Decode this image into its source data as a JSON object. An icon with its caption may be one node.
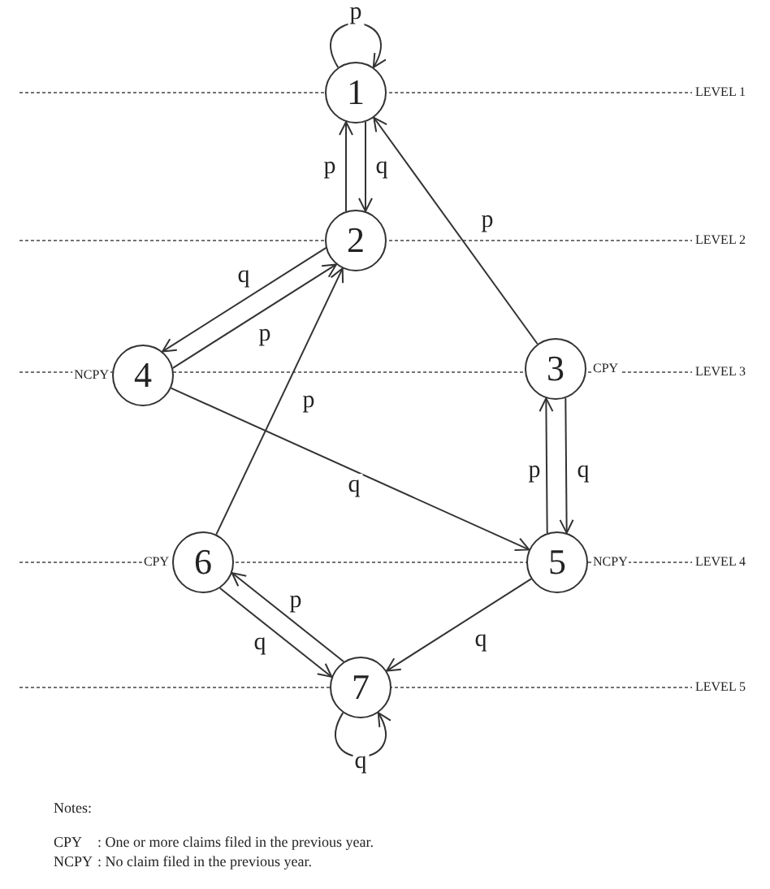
{
  "diagram": {
    "nodes": [
      {
        "text": [
          "1"
        ]
      },
      {
        "text": [
          "2"
        ]
      },
      {
        "text": [
          "3"
        ],
        "beside": [
          "CPY"
        ]
      },
      {
        "text": [
          "4"
        ],
        "beside": [
          "NCPY"
        ]
      },
      {
        "text": [
          "5"
        ],
        "beside": [
          "NCPY"
        ]
      },
      {
        "text": [
          "6"
        ],
        "beside": [
          "CPY"
        ]
      },
      {
        "text": [
          "7"
        ]
      }
    ],
    "edges": [
      {
        "from": 0,
        "to": 0,
        "arrow": "to",
        "label": "p"
      },
      {
        "from": 1,
        "to": 0,
        "arrow": "to",
        "label": "p"
      },
      {
        "from": 0,
        "to": 1,
        "arrow": "to",
        "label": "q"
      },
      {
        "from": 1,
        "to": 3,
        "arrow": "to",
        "label": "q"
      },
      {
        "from": 3,
        "to": 1,
        "arrow": "to",
        "label": "p"
      },
      {
        "from": 5,
        "to": 1,
        "arrow": "to",
        "label": "p"
      },
      {
        "from": 2,
        "to": 0,
        "arrow": "to",
        "label": "p"
      },
      {
        "from": 3,
        "to": 4,
        "arrow": "to",
        "label": "q"
      },
      {
        "from": 4,
        "to": 2,
        "arrow": "to",
        "label": "p"
      },
      {
        "from": 2,
        "to": 4,
        "arrow": "to",
        "label": "q"
      },
      {
        "from": 4,
        "to": 6,
        "arrow": "to",
        "label": "q"
      },
      {
        "from": 6,
        "to": 5,
        "arrow": "to",
        "label": "p"
      },
      {
        "from": 5,
        "to": 6,
        "arrow": "to",
        "label": "q"
      },
      {
        "from": 6,
        "to": 6,
        "arrow": "to",
        "label": "q"
      }
    ],
    "labels": [
      "LEVEL 1",
      "LEVEL 2",
      "LEVEL 3",
      "LEVEL 4",
      "LEVEL 5",
      "Notes:",
      "CPY",
      ": One or more claims filed in the previous year.",
      "NCPY",
      ": No claim filed in the previous year."
    ]
  }
}
